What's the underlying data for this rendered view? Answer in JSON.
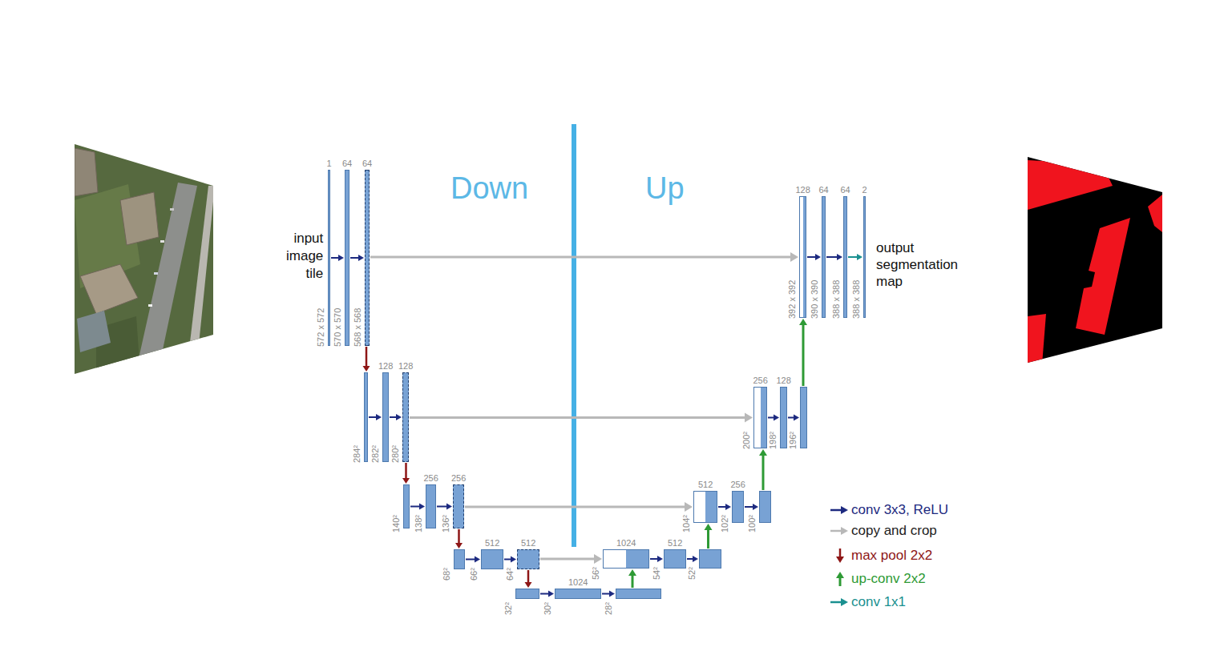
{
  "diagram": {
    "nodes": [
      {
        "text": [
          "1",
          "572 x 572"
        ]
      },
      {
        "text": [
          "64",
          "570 x 570"
        ]
      },
      {
        "text": [
          "64",
          "568 x 568"
        ]
      },
      {
        "text": [
          "284²"
        ]
      },
      {
        "text": [
          "128",
          "282²"
        ]
      },
      {
        "text": [
          "128",
          "280²"
        ]
      },
      {
        "text": [
          "140²"
        ]
      },
      {
        "text": [
          "256",
          "138²"
        ]
      },
      {
        "text": [
          "256",
          "136²"
        ]
      },
      {
        "text": [
          "68²"
        ]
      },
      {
        "text": [
          "512",
          "66²"
        ]
      },
      {
        "text": [
          "512",
          "64²"
        ]
      },
      {
        "text": [
          "32²"
        ]
      },
      {
        "text": [
          "1024",
          "30²"
        ]
      },
      {
        "text": [
          "28²"
        ]
      },
      {
        "text": [
          "1024",
          "56²"
        ]
      },
      {
        "text": [
          "512",
          "54²"
        ]
      },
      {
        "text": [
          "52²"
        ]
      },
      {
        "text": [
          "512",
          "104²"
        ]
      },
      {
        "text": [
          "256",
          "102²"
        ]
      },
      {
        "text": [
          "100²"
        ]
      },
      {
        "text": [
          "256",
          "200²"
        ]
      },
      {
        "text": [
          "128",
          "198²"
        ]
      },
      {
        "text": [
          "196²"
        ]
      },
      {
        "text": [
          "128",
          "392 x 392"
        ]
      },
      {
        "text": [
          "64",
          "390 x 390"
        ]
      },
      {
        "text": [
          "64",
          "388 x 388"
        ]
      },
      {
        "text": [
          "2",
          "388 x 388"
        ]
      }
    ],
    "edges": [
      {
        "from": 0,
        "to": 1,
        "arrow": "to"
      },
      {
        "from": 1,
        "to": 2,
        "arrow": "to"
      },
      {
        "from": 3,
        "to": 4,
        "arrow": "to"
      },
      {
        "from": 4,
        "to": 5,
        "arrow": "to"
      },
      {
        "from": 6,
        "to": 7,
        "arrow": "to"
      },
      {
        "from": 7,
        "to": 8,
        "arrow": "to"
      },
      {
        "from": 9,
        "to": 10,
        "arrow": "to"
      },
      {
        "from": 10,
        "to": 11,
        "arrow": "to"
      },
      {
        "from": 12,
        "to": 13,
        "arrow": "to"
      },
      {
        "from": 13,
        "to": 14,
        "arrow": "to"
      },
      {
        "from": 15,
        "to": 16,
        "arrow": "to"
      },
      {
        "from": 16,
        "to": 17,
        "arrow": "to"
      },
      {
        "from": 18,
        "to": 19,
        "arrow": "to"
      },
      {
        "from": 19,
        "to": 20,
        "arrow": "to"
      },
      {
        "from": 21,
        "to": 22,
        "arrow": "to"
      },
      {
        "from": 22,
        "to": 23,
        "arrow": "to"
      },
      {
        "from": 24,
        "to": 25,
        "arrow": "to"
      },
      {
        "from": 25,
        "to": 26,
        "arrow": "to"
      },
      {
        "from": 26,
        "to": 27,
        "arrow": "to"
      },
      {
        "from": 2,
        "to": 3,
        "arrow": "to"
      },
      {
        "from": 5,
        "to": 6,
        "arrow": "to"
      },
      {
        "from": 8,
        "to": 9,
        "arrow": "to"
      },
      {
        "from": 11,
        "to": 12,
        "arrow": "to"
      },
      {
        "from": 14,
        "to": 15,
        "arrow": "to"
      },
      {
        "from": 17,
        "to": 18,
        "arrow": "to"
      },
      {
        "from": 20,
        "to": 21,
        "arrow": "to"
      },
      {
        "from": 23,
        "to": 24,
        "arrow": "to"
      },
      {
        "from": 2,
        "to": 24,
        "arrow": "to"
      },
      {
        "from": 5,
        "to": 21,
        "arrow": "to"
      },
      {
        "from": 8,
        "to": 18,
        "arrow": "to"
      },
      {
        "from": 11,
        "to": 15,
        "arrow": "to"
      }
    ],
    "labels": [
      "Down",
      "Up",
      "input image tile",
      "output segmentation map"
    ],
    "legend": [
      {
        "text": "conv 3x3, ReLU"
      },
      {
        "text": "copy and crop"
      },
      {
        "text": "max pool 2x2"
      },
      {
        "text": "up-conv 2x2"
      },
      {
        "text": "conv 1x1"
      }
    ]
  }
}
